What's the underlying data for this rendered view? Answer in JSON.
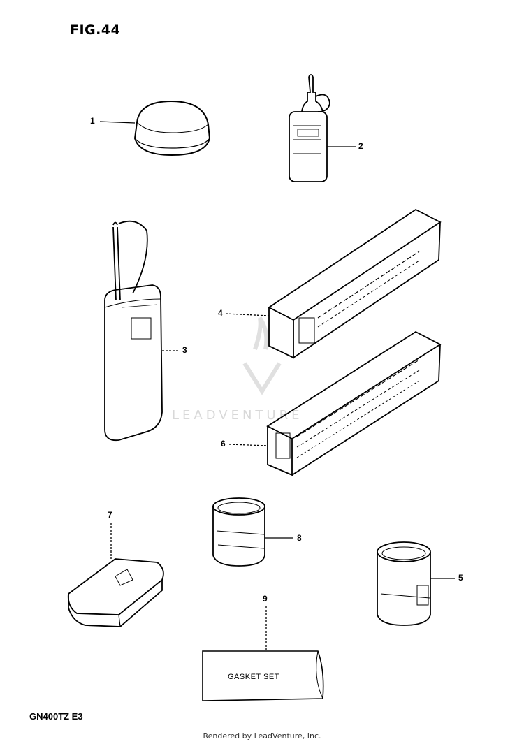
{
  "figure": {
    "title": "FIG.44",
    "model_code": "GN400TZ  E3"
  },
  "callouts": [
    "1",
    "2",
    "3",
    "4",
    "5",
    "6",
    "7",
    "8",
    "9"
  ],
  "gasket_set_label": "GASKET SET",
  "watermark": "LEADVENTURE",
  "footer": "Rendered by LeadVenture, Inc."
}
